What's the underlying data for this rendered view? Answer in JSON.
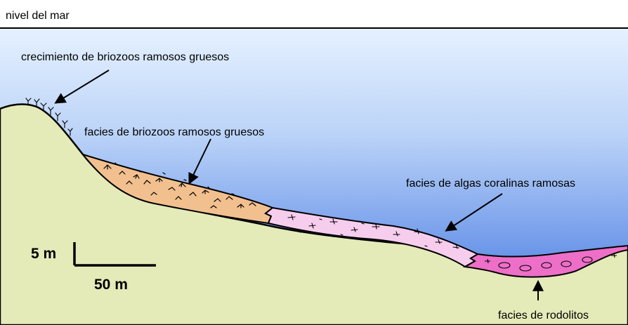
{
  "labels": {
    "sea_level": "nivel del mar",
    "growth": "crecimiento de briozoos ramosos gruesos",
    "bryozoan_facies": "facies de briozoos ramosos gruesos",
    "algae_facies": "facies de algas coralinas ramosas",
    "rhodolith_facies": "facies de rodolitos",
    "vertical_scale": "5 m",
    "horizontal_scale": "50 m"
  },
  "colors": {
    "water_top": "#e6f1ff",
    "water_bottom": "#3d72e0",
    "substrate": "#e5eab9",
    "bryozoan_fill": "#f2c08f",
    "algae_fill": "#f7cdee",
    "rhodolith_fill": "#ed6fc8",
    "outline": "#000000"
  }
}
